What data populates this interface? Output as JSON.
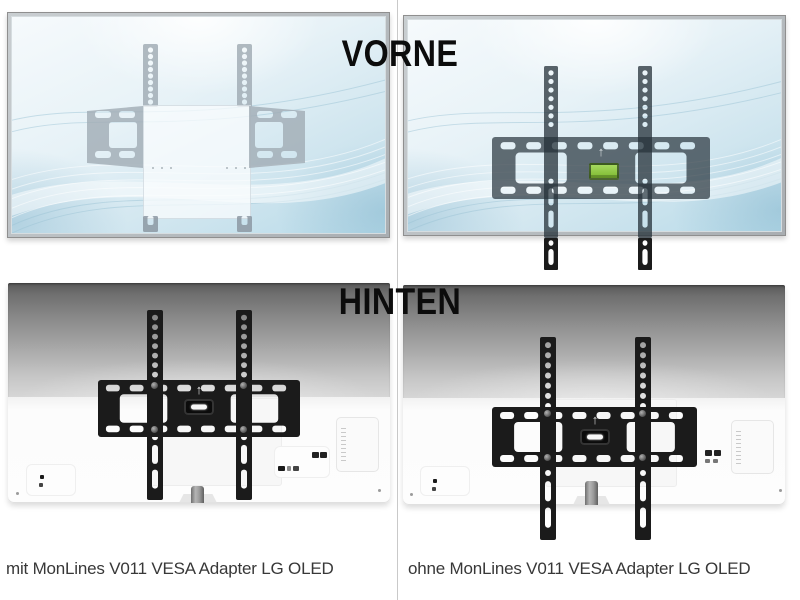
{
  "labels": {
    "front": "VORNE",
    "back": "HINTEN"
  },
  "captions": {
    "with_adapter": "mit MonLines V011 VESA Adapter LG OLED",
    "without_adapter": "ohne MonLines V011 VESA Adapter LG OLED"
  },
  "glyphs": {
    "up_arrow": "↑"
  },
  "colors": {
    "heading_color": "#0c0c0c",
    "caption_color": "#383838",
    "divider": "#c9c9c9",
    "bezel": "#8f8f8f",
    "mount_black": "#1b1b1b",
    "level_green": "#7cb82f",
    "silver_top": "#585858",
    "silver_bottom": "#d6d6d6",
    "back_white": "#fcfcfc",
    "screen_blue": "#b8dbe9"
  }
}
